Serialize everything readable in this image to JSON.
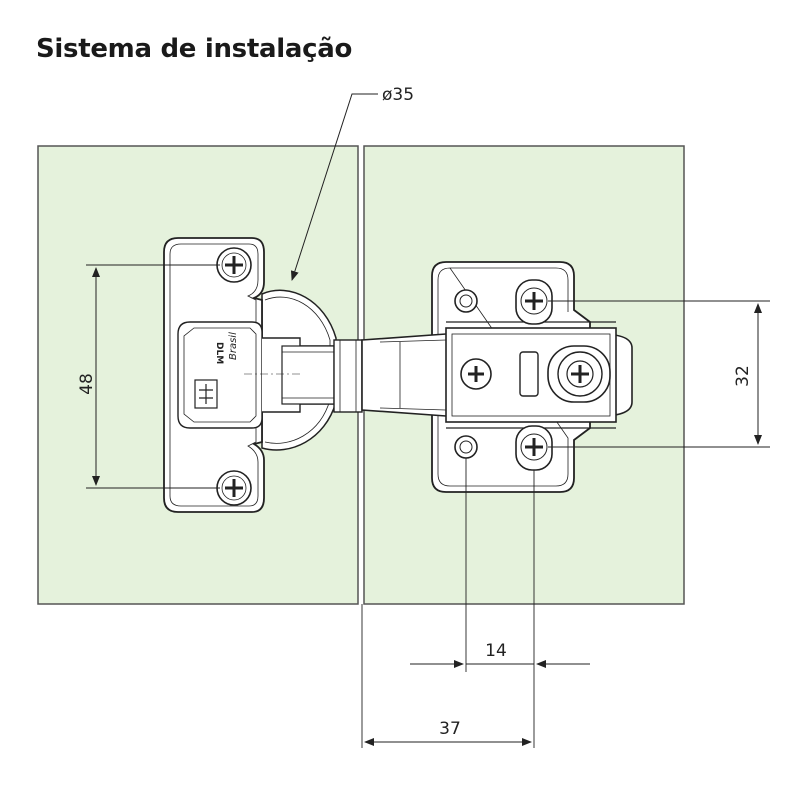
{
  "title": "Sistema de instalação",
  "colors": {
    "panel_fill": "#e5f2dc",
    "panel_stroke": "#555555",
    "line": "#222222",
    "hinge_fill": "#ffffff"
  },
  "annotations": {
    "cup_diameter": "ø35",
    "cup_screw_spacing": "48",
    "plate_screw_spacing": "32",
    "plate_hole_offset": "14",
    "edge_distance": "37"
  },
  "brand": {
    "logo": "DLM",
    "text": "Brasil"
  }
}
